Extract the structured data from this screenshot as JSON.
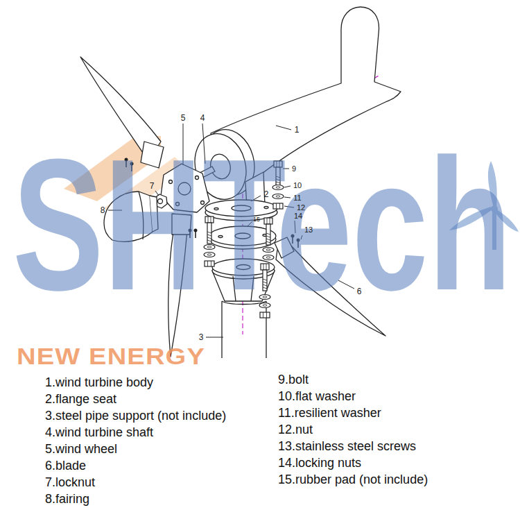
{
  "diagram": {
    "labels": [
      "SHTech",
      "NEW ENERGY",
      "1",
      "2",
      "3",
      "4",
      "5",
      "6",
      "7",
      "8",
      "9",
      "10",
      "11",
      "12",
      "13",
      "14",
      "15",
      "1.wind turbine body",
      "2.flange seat",
      "3.steel pipe support (not include)",
      "4.wind turbine shaft",
      "5.wind wheel",
      "6.blade",
      "7.locknut",
      "8.fairing",
      "9.bolt",
      "10.flat washer",
      "11.resilient washer",
      "12.nut",
      "13.stainless steel screws",
      "14.locking nuts",
      "15.rubber pad (not include)"
    ]
  }
}
